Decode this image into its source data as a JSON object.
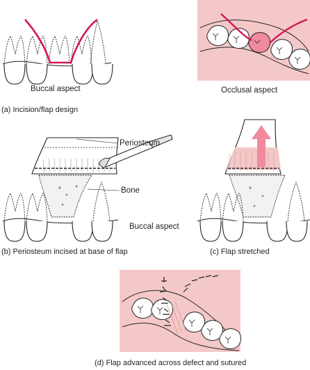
{
  "panels": {
    "a": {
      "buccal_label": "Buccal aspect",
      "occlusal_label": "Occlusal aspect",
      "caption": "(a) Incision/flap design"
    },
    "b": {
      "periosteum_label": "Periosteum",
      "bone_label": "Bone",
      "buccal_label": "Buccal aspect",
      "caption": "(b) Periosteum incised at base of flap"
    },
    "c": {
      "caption": "(c) Flap stretched"
    },
    "d": {
      "caption": "(d) Flap advanced across defect and sutured"
    }
  },
  "colors": {
    "incision": "#d4145a",
    "gingiva": "#f4c8c8",
    "stretch_arrow": "#f08a9e",
    "stroke": "#222222"
  }
}
